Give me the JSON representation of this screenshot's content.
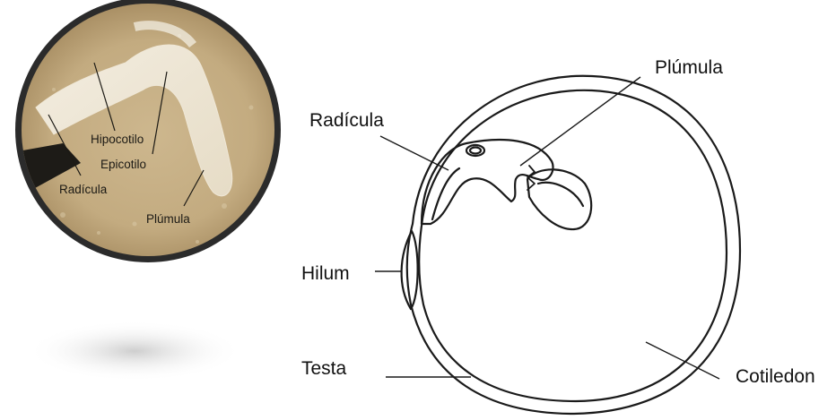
{
  "photo": {
    "labels": {
      "hipocotilo": "Hipocotilo",
      "epicotilo": "Epicotilo",
      "radicula": "Radícula",
      "plumula": "Plúmula"
    }
  },
  "diagram": {
    "labels": {
      "plumula": "Plúmula",
      "radicula": "Radícula",
      "hilum": "Hilum",
      "testa": "Testa",
      "cotiledon": "Cotiledon"
    }
  }
}
